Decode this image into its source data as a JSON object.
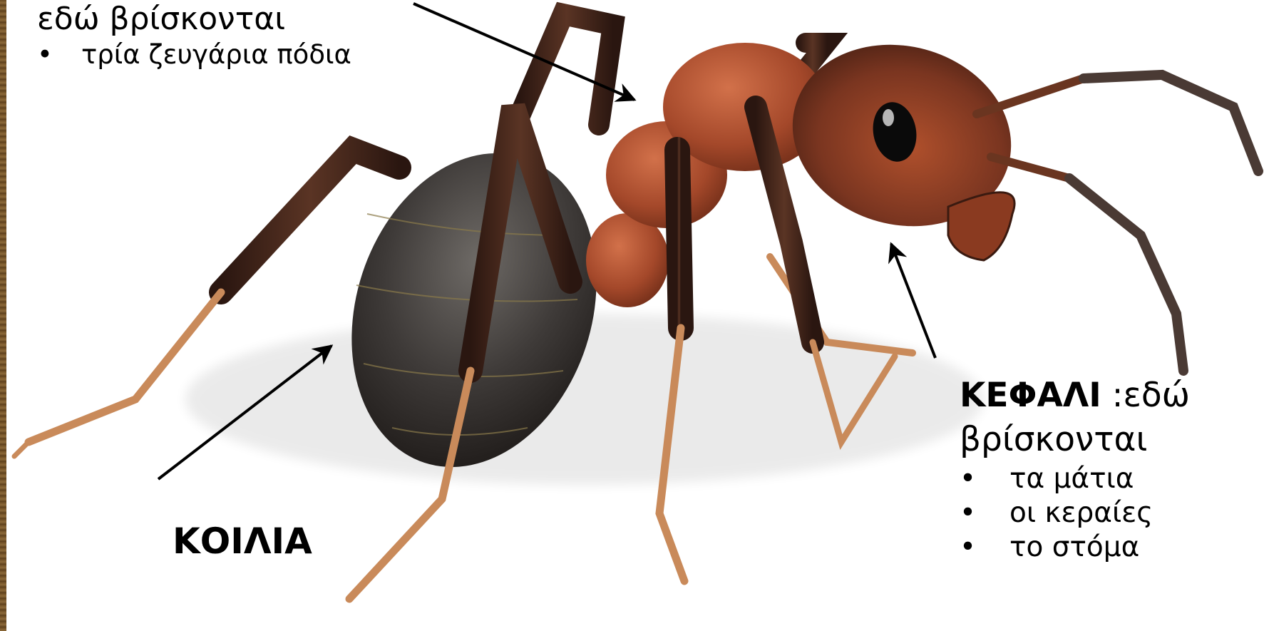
{
  "thorax": {
    "text": "εδώ βρίσκονται",
    "bullets": [
      "τρία ζευγάρια πόδια"
    ]
  },
  "abdomen": {
    "label": "ΚΟΙΛΙΑ"
  },
  "head": {
    "label": "ΚΕΦΑΛΙ",
    "label_rest": " :εδώ",
    "text": "βρίσκονται",
    "bullets": [
      "τα μάτια",
      "οι κεραίες",
      "το στόμα"
    ]
  },
  "bullet_char": "•",
  "colors": {
    "leg_dark": "#3a2218",
    "leg_tip": "#c98a5a",
    "thorax": "#a4482a",
    "head": "#7a3520",
    "abdomen": "#3e3a38",
    "arrow": "#000000"
  }
}
